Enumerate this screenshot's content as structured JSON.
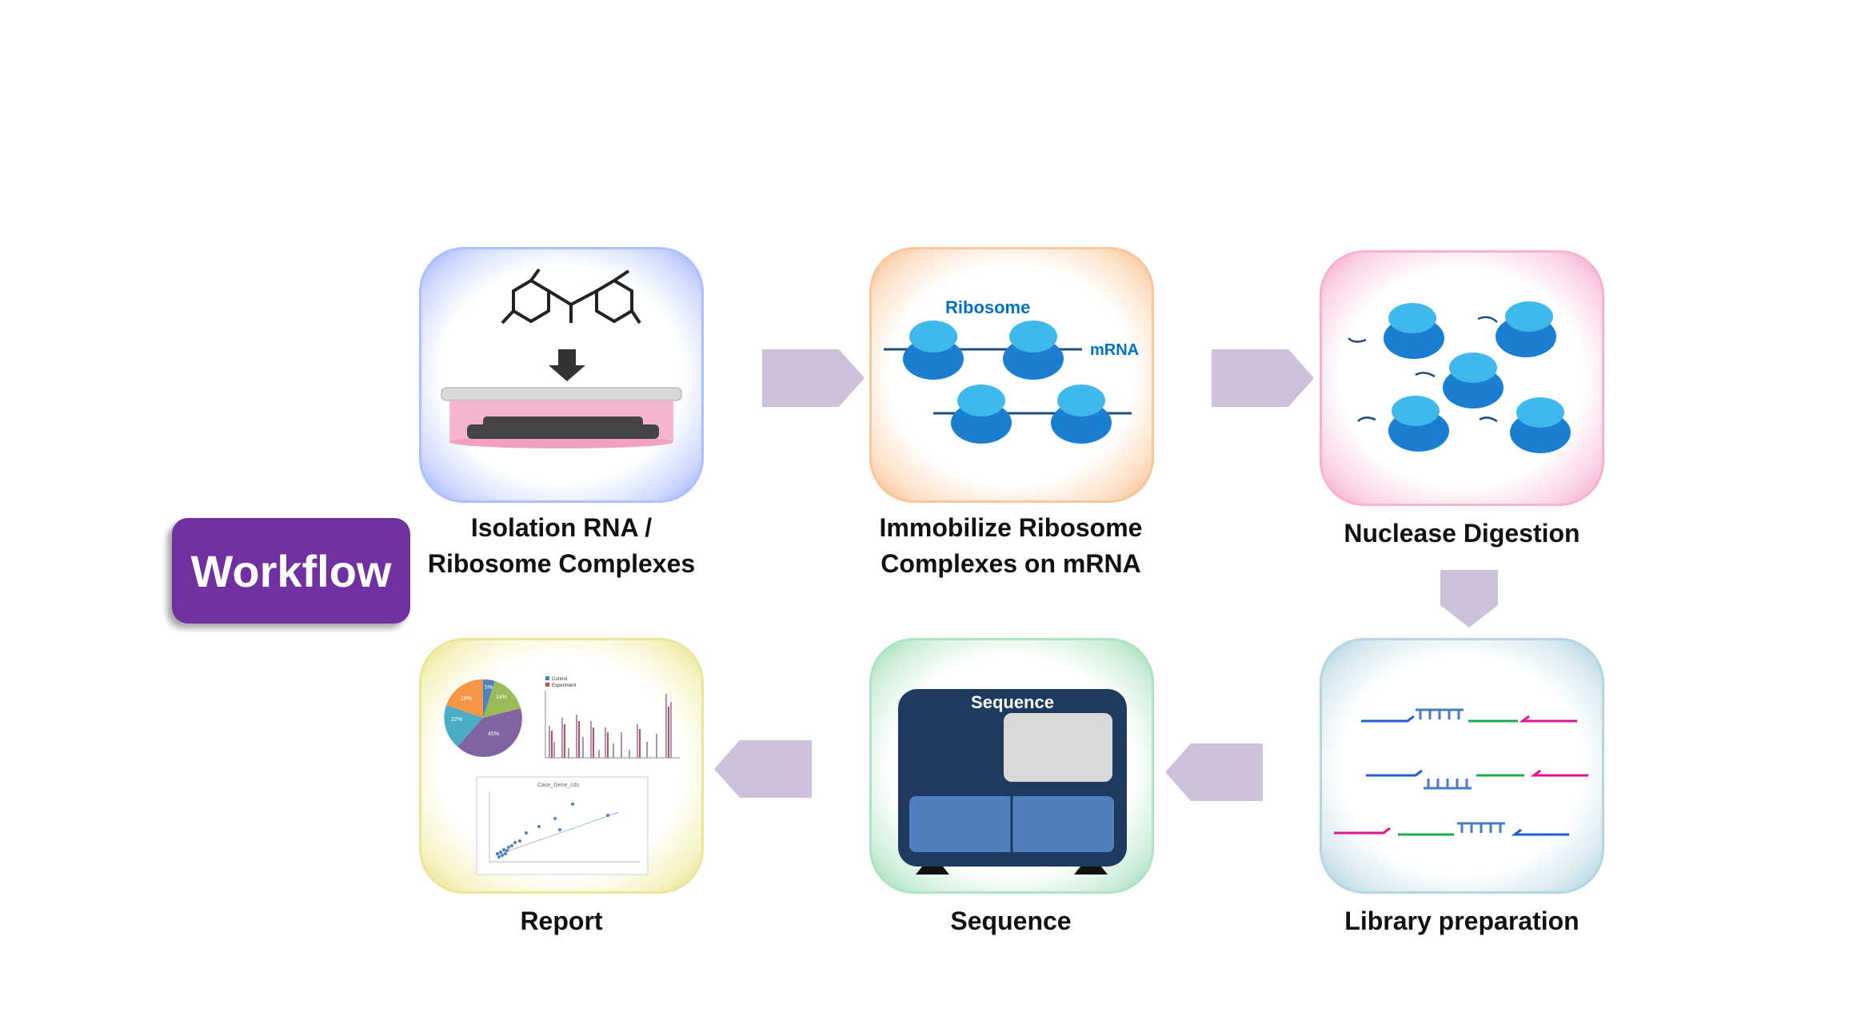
{
  "badge": "Workflow",
  "steps": [
    {
      "label": "Isolation RNA /\nRibosome Complexes"
    },
    {
      "label": "Immobilize Ribosome\nComplexes on mRNA",
      "ribosome_text": "Ribosome",
      "mrna_text": "mRNA"
    },
    {
      "label": "Nuclease Digestion"
    },
    {
      "label": "Library preparation"
    },
    {
      "label": "Sequence",
      "screen_text": "Sequence"
    },
    {
      "label": "Report",
      "pie": [
        "5%",
        "14%",
        "45%",
        "22%",
        "16%"
      ],
      "legend": [
        "Control",
        "Experiment"
      ],
      "scatter_title": "Case_Gene_cds"
    }
  ],
  "colors": {
    "badge": "#7030a0",
    "arrow": "#ccc0da",
    "ribosome": "#1f8fd8",
    "label_text": "#0070c0"
  }
}
